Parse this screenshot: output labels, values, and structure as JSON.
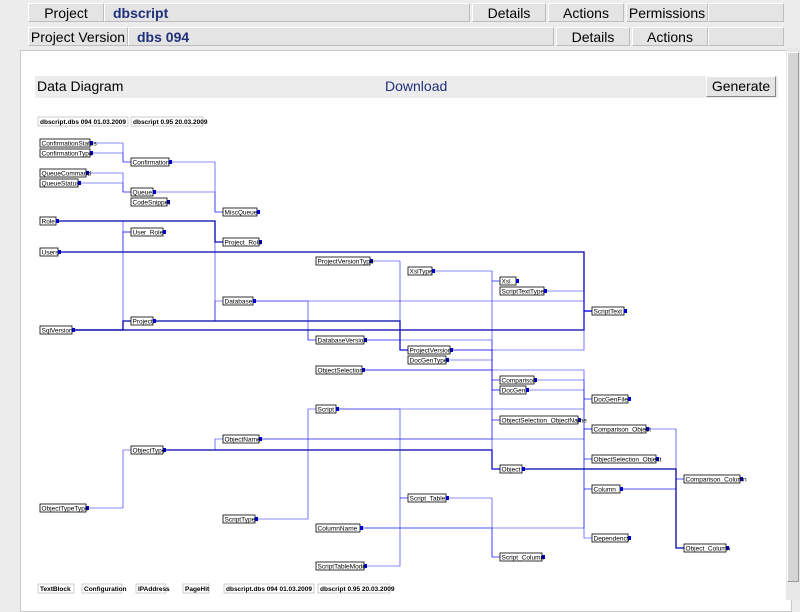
{
  "nav": {
    "row1": {
      "label": "Project",
      "name": "dbscript",
      "details": "Details",
      "actions": "Actions",
      "permissions": "Permissions"
    },
    "row2": {
      "label": "Project Version",
      "name": "dbs 094",
      "details": "Details",
      "actions": "Actions"
    }
  },
  "panel": {
    "title": "Data Diagram",
    "download": "Download",
    "generate": "Generate"
  },
  "diagram": {
    "top_labels": [
      "dbscript.dbs 094 01.03.2009",
      "dbscript 0.95 20.03.2009"
    ],
    "bottom_labels": [
      "TextBlock",
      "Configuration",
      "IPAddress",
      "PageHit",
      "dbscript.dbs 094 01.03.2009",
      "dbscript 0.95 20.03.2009"
    ],
    "nodes": [
      "ConfirmationStatus",
      "ConfirmationType",
      "QueueCommand",
      "QueueStatus",
      "Role",
      "Users",
      "SqlVersion",
      "ObjectTypeType",
      "Confirmation",
      "Queue",
      "CodeSnippet",
      "User_Role",
      "Project",
      "ObjectType",
      "MiscQueue",
      "Project_Role",
      "Database",
      "ObjectName",
      "ScriptType",
      "ProjectVersionType",
      "DatabaseVersion",
      "ObjectSelection",
      "Script",
      "ColumnName",
      "ScriptTableMode",
      "XslType",
      "ProjectVersion",
      "DocGenType",
      "Script_Table",
      "Xsl",
      "ScriptTextType",
      "Comparison",
      "DocGen",
      "ObjectSelection_ObjectName",
      "Object",
      "Script_Column",
      "ScriptText",
      "DocGenFile",
      "Comparison_Object",
      "ObjectSelection_Object",
      "Column",
      "Dependency",
      "Comparison_Column",
      "Object_Column"
    ]
  }
}
